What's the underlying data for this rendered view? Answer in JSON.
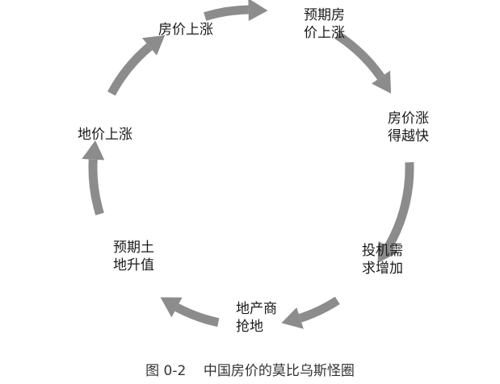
{
  "diagram": {
    "type": "cycle",
    "arrow_color": "#8c8c8c",
    "nodes": [
      {
        "id": "house-price-rise",
        "lines": [
          "房价上涨"
        ]
      },
      {
        "id": "expected-house-price-rise",
        "lines": [
          "预期房",
          "价上涨"
        ]
      },
      {
        "id": "house-price-rise-faster",
        "lines": [
          "房价涨",
          "得越快"
        ]
      },
      {
        "id": "speculative-demand-increase",
        "lines": [
          "投机需",
          "求增加"
        ]
      },
      {
        "id": "developers-grab-land",
        "lines": [
          "地产商",
          "抢地"
        ]
      },
      {
        "id": "expected-land-price-rise",
        "lines": [
          "预期土",
          "地升值"
        ]
      },
      {
        "id": "land-price-rise",
        "lines": [
          "地价上涨"
        ]
      }
    ],
    "edges": [
      {
        "from": "house-price-rise",
        "to": "expected-house-price-rise"
      },
      {
        "from": "expected-house-price-rise",
        "to": "house-price-rise-faster"
      },
      {
        "from": "house-price-rise-faster",
        "to": "speculative-demand-increase"
      },
      {
        "from": "speculative-demand-increase",
        "to": "developers-grab-land"
      },
      {
        "from": "developers-grab-land",
        "to": "expected-land-price-rise"
      },
      {
        "from": "expected-land-price-rise",
        "to": "land-price-rise"
      },
      {
        "from": "land-price-rise",
        "to": "house-price-rise"
      }
    ]
  },
  "caption": {
    "figure_number": "图 0-2",
    "title": "中国房价的莫比乌斯怪圈"
  }
}
